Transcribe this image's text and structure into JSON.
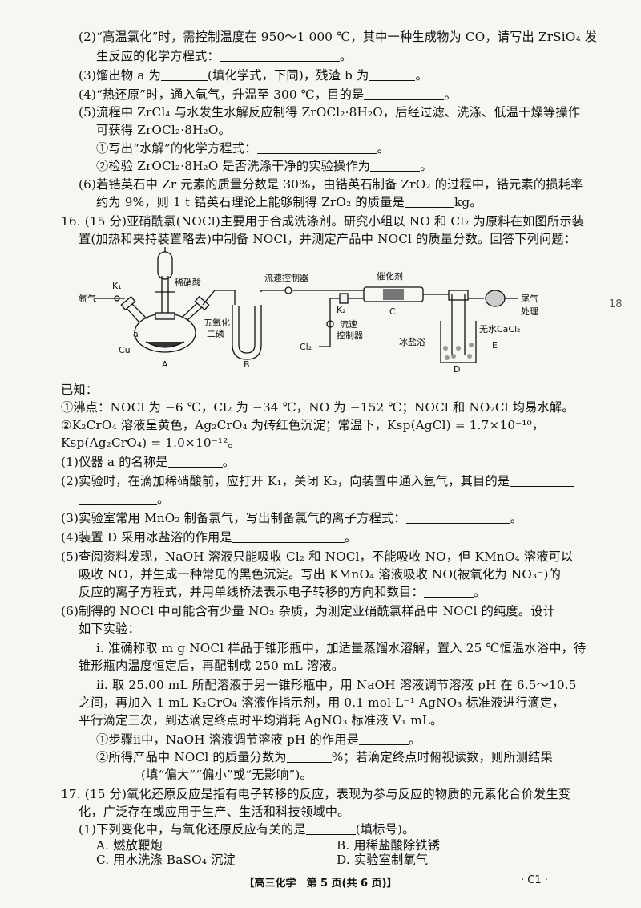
{
  "q15": {
    "p2_l1": "(2)“高温氯化”时，需控制温度在 950～1 000 ℃，其中一种生成物为 CO，请写出 ZrSiO₄ 发",
    "p2_l2": "生反应的化学方程式：",
    "p3_a": "(3)馏出物 a 为",
    "p3_b": "(填化学式，下同)，残渣 b 为",
    "p4": "(4)“热还原”时，通入氩气，升温至 300 ℃，目的是",
    "p5_l1": "(5)流程中 ZrCl₄ 与水发生水解反应制得 ZrOCl₂·8H₂O，后经过滤、洗涤、低温干燥等操作",
    "p5_l2": "可获得 ZrOCl₂·8H₂O。",
    "p5_1": "①写出“水解”的化学方程式：",
    "p5_2": "②检验 ZrOCl₂·8H₂O 是否洗涤干净的实验操作为",
    "p6_l1": "(6)若锆英石中 Zr 元素的质量分数是 30%，由锆英石制备 ZrO₂ 的过程中，锆元素的损耗率",
    "p6_l2a": "约为 9%，则 1 t 锆英石理论上能够制得 ZrO₂ 的质量是",
    "p6_l2b": "kg。"
  },
  "q16": {
    "head_l1": "16. (15 分)亚硝酰氯(NOCl)主要用于合成洗涤剂。研究小组以 NO 和 Cl₂ 为原料在如图所示装",
    "head_l2": "置(加热和夹持装置略去)中制备 NOCl，并测定产品中 NOCl 的质量分数。回答下列问题：",
    "diagram": {
      "dilute_nitric": "稀硝酸",
      "k1": "K₁",
      "argon": "氩气",
      "a": "a",
      "cu": "Cu",
      "A": "A",
      "p2o5_1": "五氧化",
      "p2o5_2": "二磷",
      "B": "B",
      "flow_ctrl_top": "流速控制器",
      "k2": "K₂",
      "flow_ctrl_1": "流速",
      "flow_ctrl_2": "控制器",
      "cl2": "Cl₂",
      "catalyst": "催化剂",
      "C": "C",
      "ice_salt": "冰盐浴",
      "D": "D",
      "cacl2": "无水CaCl₂",
      "E": "E",
      "tail_1": "尾气",
      "tail_2": "处理"
    },
    "known": "已知：",
    "known1": "①沸点：NOCl 为 −6 ℃，Cl₂ 为 −34 ℃，NO 为 −152 ℃；NOCl 和 NO₂Cl 均易水解。",
    "known2_l1": "②K₂CrO₄ 溶液呈黄色，Ag₂CrO₄ 为砖红色沉淀；常温下，Ksp(AgCl) = 1.7×10⁻¹⁰，",
    "known2_l2": "Ksp(Ag₂CrO₄) = 1.0×10⁻¹²。",
    "p1": "(1)仪器 a 的名称是",
    "p2_l1": "(2)实验时，在滴加稀硝酸前，应打开 K₁，关闭 K₂，向装置中通入氩气，其目的是",
    "p3": "(3)实验室常用 MnO₂ 制备氯气，写出制备氯气的离子方程式：",
    "p4": "(4)装置 D 采用冰盐浴的作用是",
    "p5_l1": "(5)查阅资料发现，NaOH 溶液只能吸收 Cl₂ 和 NOCl，不能吸收 NO，但 KMnO₄ 溶液可以",
    "p5_l2": "吸收 NO，并生成一种常见的黑色沉淀。写出 KMnO₄ 溶液吸收 NO(被氧化为 NO₃⁻)的",
    "p5_l3": "反应的离子方程式，并用单线桥法表示电子转移的方向和数目：",
    "p6_l1": "(6)制得的 NOCl 中可能含有少量 NO₂ 杂质，为测定亚硝酰氯样品中 NOCl 的纯度。设计",
    "p6_l2": "如下实验：",
    "s1_l1": "ⅰ. 准确称取 m g NOCl 样品于锥形瓶中，加适量蒸馏水溶解，置入 25 ℃恒温水浴中，待",
    "s1_l2": "锥形瓶内温度恒定后，再配制成 250 mL 溶液。",
    "s2_l1": "ⅱ. 取 25.00 mL 所配溶液于另一锥形瓶中，用 NaOH 溶液调节溶液 pH 在 6.5～10.5",
    "s2_l2": "之间，再加入 1 mL K₂CrO₄ 溶液作指示剂，用 0.1 mol·L⁻¹ AgNO₃ 标准液进行滴定，",
    "s2_l3": "平行滴定三次，到达滴定终点时平均消耗 AgNO₃ 标准液 V₁ mL。",
    "q6_1": "①步骤ⅱ中，NaOH 溶液调节溶液 pH 的作用是",
    "q6_2a": "②所得产品中 NOCl 的质量分数为",
    "q6_2b": "%；若滴定终点时俯视读数，则所测结果",
    "q6_2c": "(填“偏大”“偏小”或“无影响”)。"
  },
  "q17": {
    "head_l1": "17. (15 分)氧化还原反应是指有电子转移的反应，表现为参与反应的物质的元素化合价发生变",
    "head_l2": "化，广泛存在或应用于生产、生活和科技领域中。",
    "p1": "(1)下列变化中，与氧化还原反应有关的是",
    "p1_tail": "(填标号)。",
    "optA": "A. 燃放鞭炮",
    "optB": "B. 用稀盐酸除铁锈",
    "optC": "C. 用水洗涤 BaSO₄ 沉淀",
    "optD": "D. 实验室制氧气"
  },
  "footer": "【高三化学　第 5 页(共 6 页)】",
  "corner": "· C1 ·",
  "margin_mark": "18"
}
